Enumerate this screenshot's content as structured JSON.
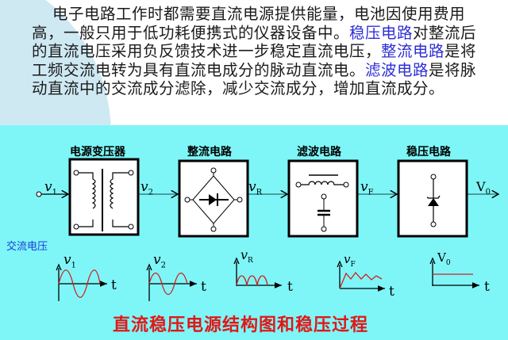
{
  "paragraph": {
    "segments": [
      {
        "text": "电子电路工作时都需要直流电源提供能量，电池因使用费用高，一般只用于低功耗便携式的仪器设备中。",
        "highlight": false
      },
      {
        "text": "稳压电路",
        "highlight": true
      },
      {
        "text": "对整流后的直流电压采用负反馈技术进一步稳定直流电压，",
        "highlight": false
      },
      {
        "text": "整流电路",
        "highlight": true
      },
      {
        "text": "是将工频交流电转为具有直流电成分的脉动直流电。",
        "highlight": false
      },
      {
        "text": "滤波电路",
        "highlight": true
      },
      {
        "text": "是将脉动直流中的交流成分滤除，减少交流成分，增加直流成分。",
        "highlight": false
      }
    ]
  },
  "blocks": [
    {
      "id": "transformer",
      "label": "电源变压器"
    },
    {
      "id": "rectifier",
      "label": "整流电路"
    },
    {
      "id": "filter",
      "label": "滤波电路"
    },
    {
      "id": "regulator",
      "label": "稳压电路"
    }
  ],
  "signals": {
    "v1": "v",
    "v1_sub": "1",
    "v2": "v",
    "v2_sub": "2",
    "vR": "v",
    "vR_sub": "R",
    "vF": "v",
    "vF_sub": "F",
    "vO": "V",
    "vO_sub": "0"
  },
  "waveforms": [
    {
      "name": "v1",
      "label": "v",
      "sub": "1",
      "type": "sine",
      "axis": "t"
    },
    {
      "name": "v2",
      "label": "v",
      "sub": "2",
      "type": "sine-small",
      "axis": "t"
    },
    {
      "name": "vR",
      "label": "v",
      "sub": "R",
      "type": "full-wave-rectified",
      "axis": "t"
    },
    {
      "name": "vF",
      "label": "v",
      "sub": "F",
      "type": "filtered-ripple",
      "axis": "t"
    },
    {
      "name": "vO",
      "label": "V",
      "sub": "0",
      "type": "dc-flat",
      "axis": "t"
    }
  ],
  "ac_label": "交流电压",
  "caption": "直流稳压电源结构图和稳压过程",
  "colors": {
    "highlight_text": "#2f2fd6",
    "background_cyan": "#7ef6f8",
    "waveform": "#d02020",
    "caption": "#e01818",
    "ac_label": "#1b3ed8"
  }
}
